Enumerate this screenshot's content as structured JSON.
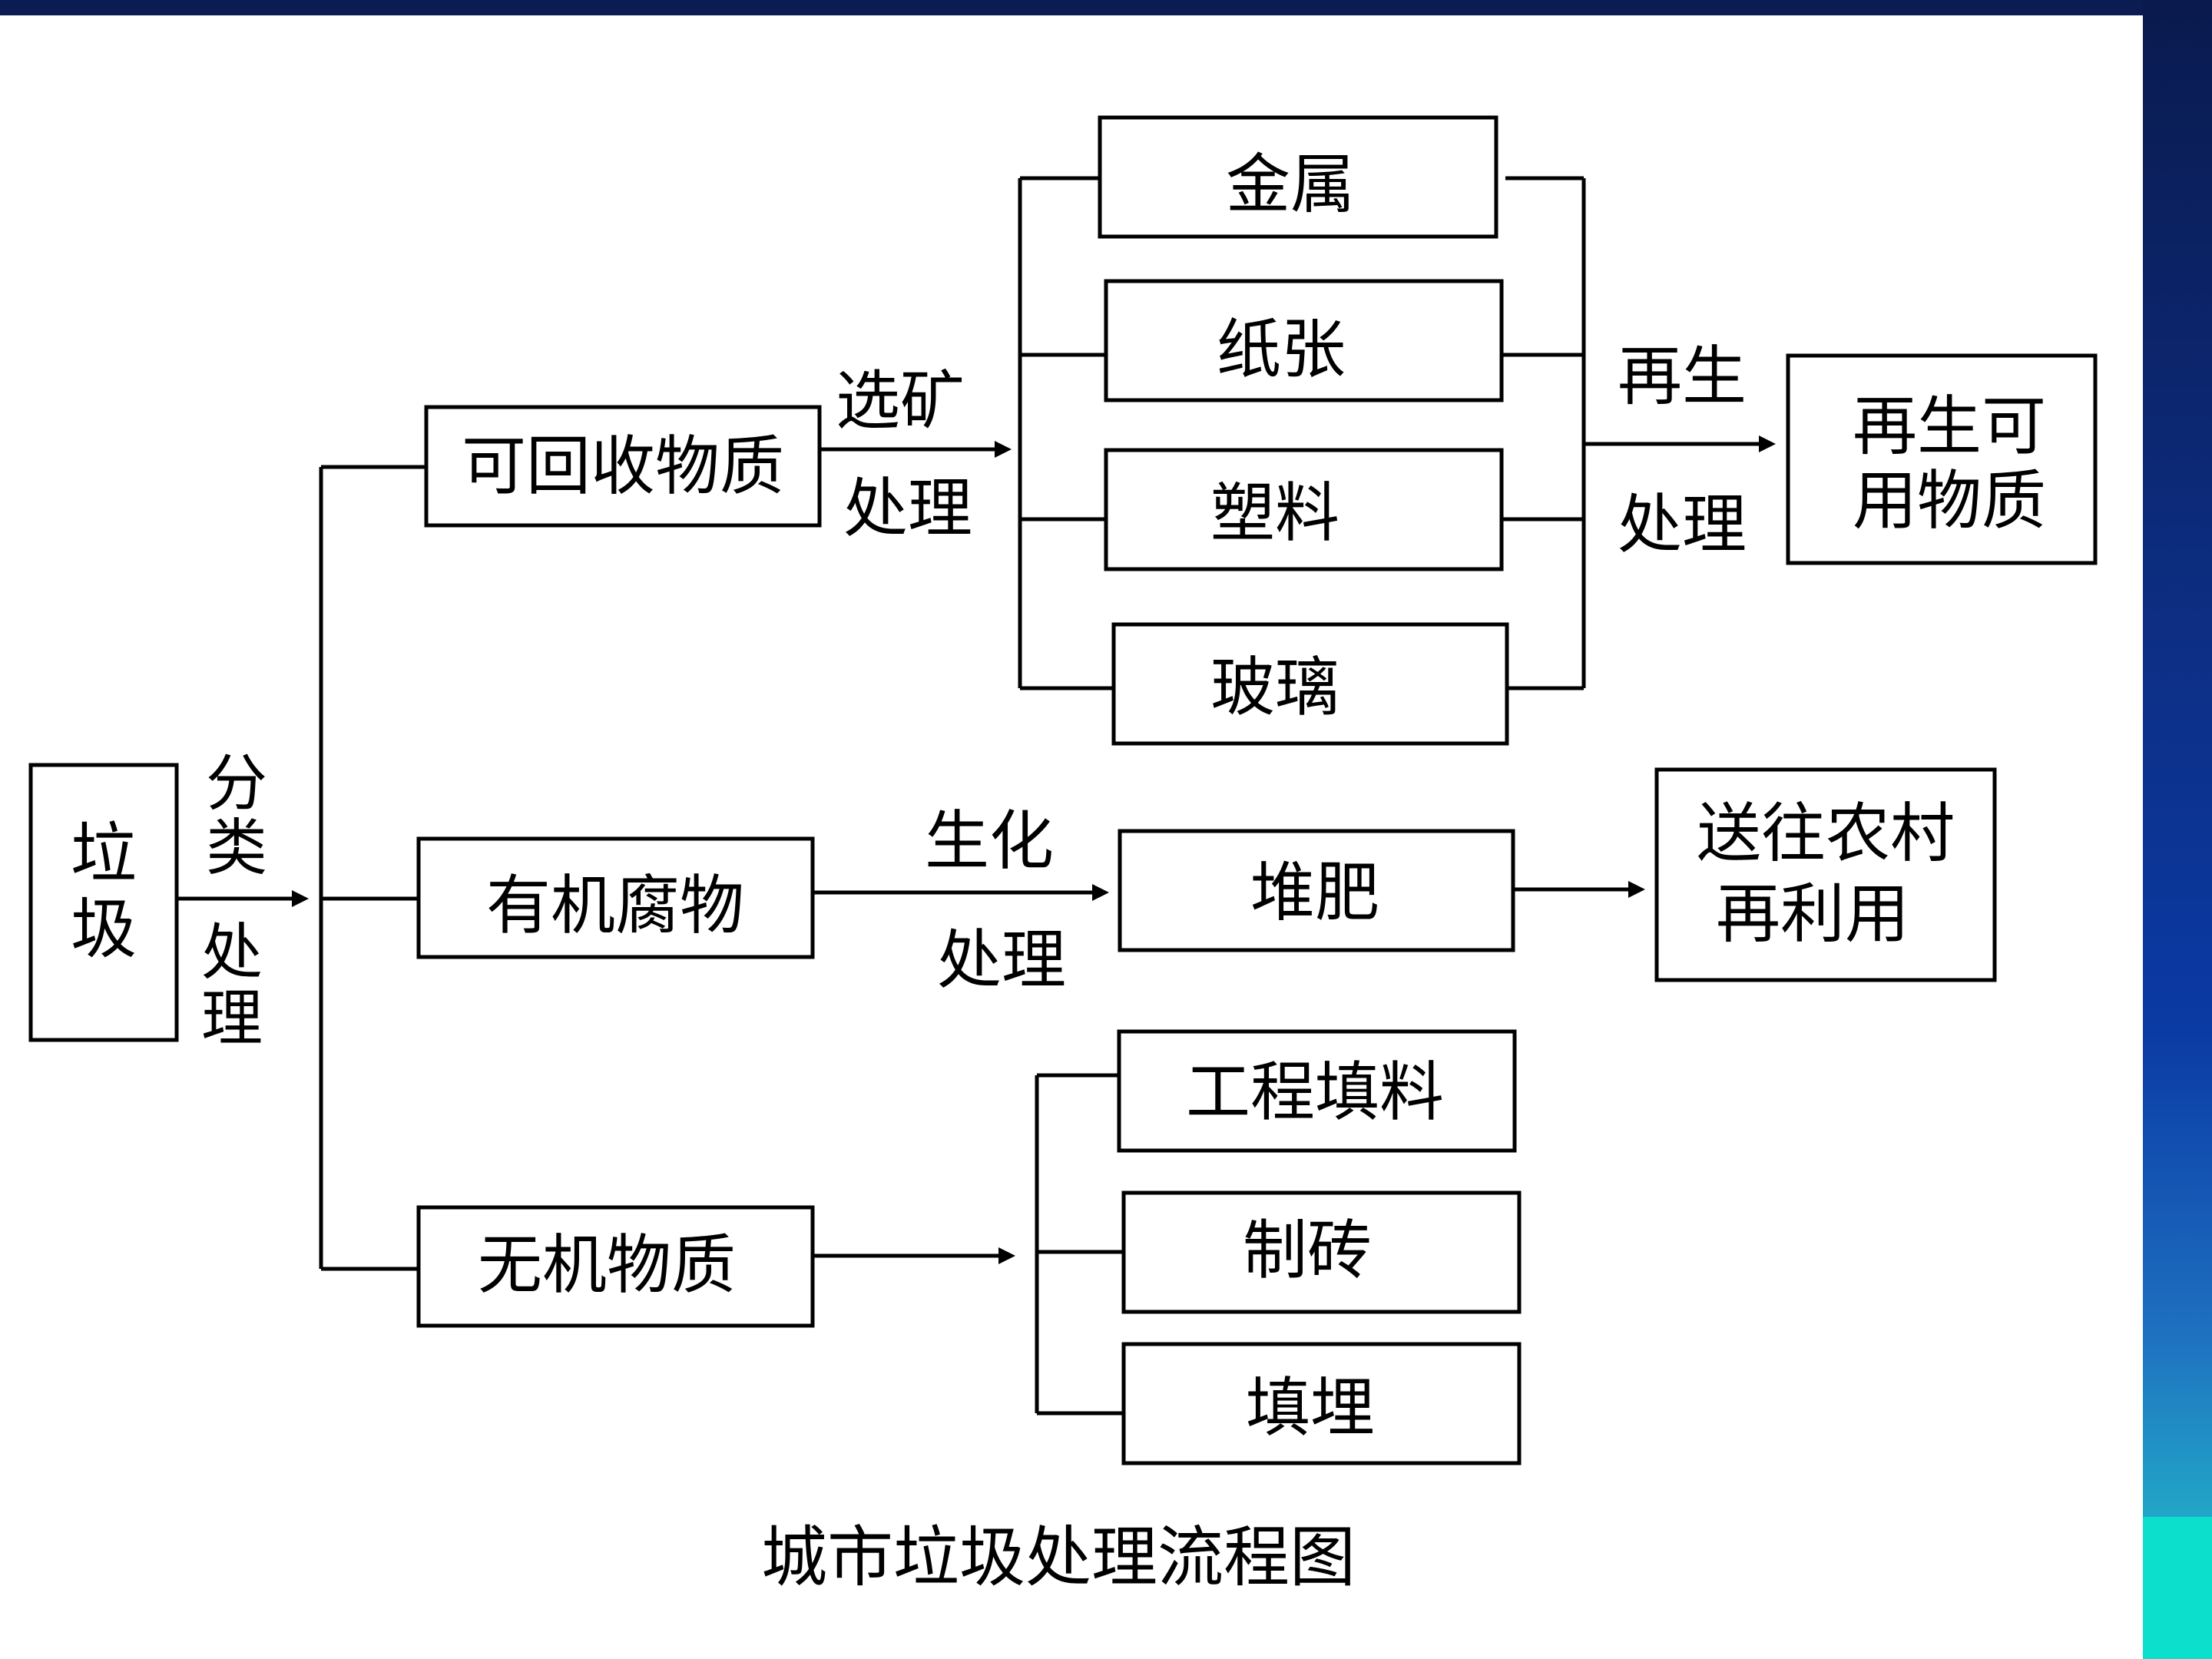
{
  "title": "城市垃圾处理流程图",
  "nodes": {
    "garbage": "垃圾",
    "recyclable": "可回收物质",
    "organic": "有机腐物",
    "inorganic": "无机物质",
    "metal": "金属",
    "paper": "纸张",
    "plastic": "塑料",
    "glass": "玻璃",
    "reusable_line1": "再生可",
    "reusable_line2": "用物质",
    "compost": "堆肥",
    "village_line1": "送往农村",
    "village_line2": "再利用",
    "fill_material": "工程填料",
    "brick": "制砖",
    "landfill": "填埋"
  },
  "edge_labels": {
    "sort_1": "分",
    "sort_2": "类",
    "sort_3": "处",
    "sort_4": "理",
    "ore_top": "选矿",
    "ore_bottom": "处理",
    "regen_top": "再生",
    "regen_bottom": "处理",
    "bio_top": "生化",
    "bio_bottom": "处理"
  },
  "colors": {
    "background": "#ffffff",
    "lines": "#000000",
    "frame_dark": "#0a1c52",
    "frame_accent": "#0ce0cc"
  }
}
